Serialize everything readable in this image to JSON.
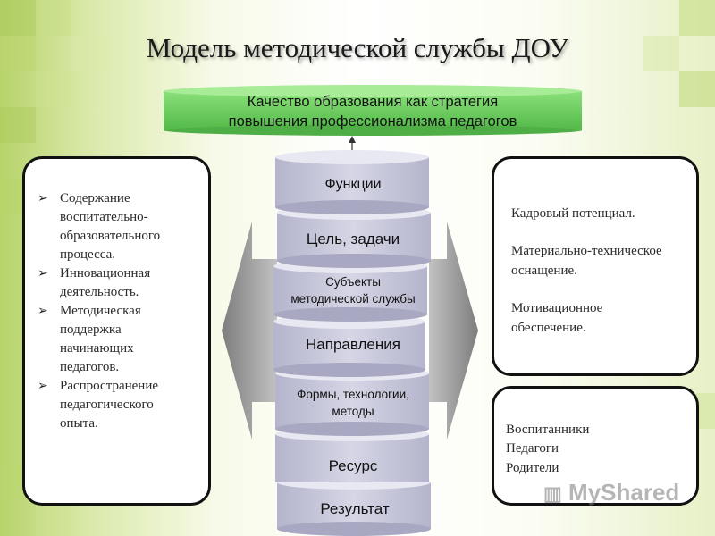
{
  "title": "Модель методической службы ДОУ",
  "banner": {
    "line1": "Качество образования как стратегия",
    "line2": "повышения профессионализма педагогов"
  },
  "stack": [
    {
      "label": "Функции"
    },
    {
      "label": "Цель, задачи"
    },
    {
      "label_line1": "Субъекты",
      "label_line2": "методической службы"
    },
    {
      "label": "Направления"
    },
    {
      "label_line1": "Формы, технологии,",
      "label_line2": "методы"
    },
    {
      "label": "Ресурс"
    },
    {
      "label": "Результат"
    }
  ],
  "left_box": {
    "bullet_icon": "arrow-bullet-icon",
    "items": [
      {
        "l1": "Содержание",
        "l2": "воспитательно-",
        "l3": "образовательного",
        "l4": "процесса."
      },
      {
        "l1": "Инновационная",
        "l2": "деятельность."
      },
      {
        "l1": "Методическая",
        "l2": "поддержка",
        "l3": "начинающих",
        "l4": "педагогов."
      },
      {
        "l1": "Распространение",
        "l2": "педагогического",
        "l3": "опыта."
      }
    ]
  },
  "right_box_1": {
    "item1": "Кадровый потенциал.",
    "item2_l1": "Материально-техническое",
    "item2_l2": "оснащение.",
    "item3_l1": "Мотивационное",
    "item3_l2": "обеспечение."
  },
  "right_box_2": {
    "item1": "Воспитанники",
    "item2": "Педагоги",
    "item3": "Родители"
  },
  "watermark": "MyShared",
  "colors": {
    "banner_green": "#6fcf5a",
    "cylinder_fill": "#c9c9dc",
    "cylinder_top": "#e4e4ef",
    "arrow_gray": "#9a9a9a"
  }
}
